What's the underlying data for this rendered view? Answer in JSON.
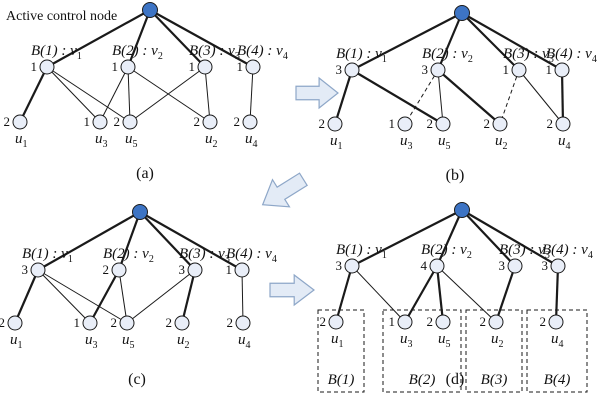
{
  "figure": {
    "annotation": "Active control node",
    "colors": {
      "root_fill": "#3d74c4",
      "node_fill": "#e9eef8",
      "stroke": "#1a1a1a",
      "arrow_fill": "#e3ebf6",
      "arrow_stroke": "#8ea7c8"
    },
    "panels": [
      {
        "id": "a",
        "caption": "(a)",
        "vnodes": [
          {
            "label": "B(1) : v",
            "sub": "1",
            "deg": "1"
          },
          {
            "label": "B(2) : v",
            "sub": "2",
            "deg": "1"
          },
          {
            "label": "B(3) : v",
            "sub": "3",
            "deg": "1"
          },
          {
            "label": "B(4) : v",
            "sub": "4",
            "deg": "1"
          }
        ],
        "unodes": [
          {
            "name": "u",
            "sub": "1",
            "deg": "2"
          },
          {
            "name": "u",
            "sub": "3",
            "deg": "1"
          },
          {
            "name": "u",
            "sub": "5",
            "deg": "2"
          },
          {
            "name": "u",
            "sub": "2",
            "deg": "2"
          },
          {
            "name": "u",
            "sub": "4",
            "deg": "2"
          }
        ]
      },
      {
        "id": "b",
        "caption": "(b)",
        "vnodes": [
          {
            "label": "B(1) : v",
            "sub": "1",
            "deg": "3"
          },
          {
            "label": "B(2) : v",
            "sub": "2",
            "deg": "3"
          },
          {
            "label": "B(3) : v",
            "sub": "3",
            "deg": "1"
          },
          {
            "label": "B(4) : v",
            "sub": "4",
            "deg": "1"
          }
        ],
        "unodes": [
          {
            "name": "u",
            "sub": "1",
            "deg": "2"
          },
          {
            "name": "u",
            "sub": "3",
            "deg": "1"
          },
          {
            "name": "u",
            "sub": "5",
            "deg": "2"
          },
          {
            "name": "u",
            "sub": "2",
            "deg": "2"
          },
          {
            "name": "u",
            "sub": "4",
            "deg": "2"
          }
        ]
      },
      {
        "id": "c",
        "caption": "(c)",
        "vnodes": [
          {
            "label": "B(1) : v",
            "sub": "1",
            "deg": "3"
          },
          {
            "label": "B(2) : v",
            "sub": "2",
            "deg": "2"
          },
          {
            "label": "B(3) : v",
            "sub": "3",
            "deg": "3"
          },
          {
            "label": "B(4) : v",
            "sub": "4",
            "deg": "1"
          }
        ],
        "unodes": [
          {
            "name": "u",
            "sub": "1",
            "deg": "2"
          },
          {
            "name": "u",
            "sub": "3",
            "deg": "1"
          },
          {
            "name": "u",
            "sub": "5",
            "deg": "2"
          },
          {
            "name": "u",
            "sub": "2",
            "deg": "2"
          },
          {
            "name": "u",
            "sub": "4",
            "deg": "2"
          }
        ]
      },
      {
        "id": "d",
        "caption": "(d)",
        "vnodes": [
          {
            "label": "B(1) : v",
            "sub": "1",
            "deg": "3"
          },
          {
            "label": "B(2) : v",
            "sub": "2",
            "deg": "4"
          },
          {
            "label": "B(3) : v",
            "sub": "3",
            "deg": "3"
          },
          {
            "label": "B(4) : v",
            "sub": "4",
            "deg": "3"
          }
        ],
        "unodes": [
          {
            "name": "u",
            "sub": "1",
            "deg": "2"
          },
          {
            "name": "u",
            "sub": "3",
            "deg": "1"
          },
          {
            "name": "u",
            "sub": "5",
            "deg": "2"
          },
          {
            "name": "u",
            "sub": "2",
            "deg": "2"
          },
          {
            "name": "u",
            "sub": "4",
            "deg": "2"
          }
        ],
        "groups": [
          "B(1)",
          "B(2)",
          "B(3)",
          "B(4)"
        ]
      }
    ]
  }
}
